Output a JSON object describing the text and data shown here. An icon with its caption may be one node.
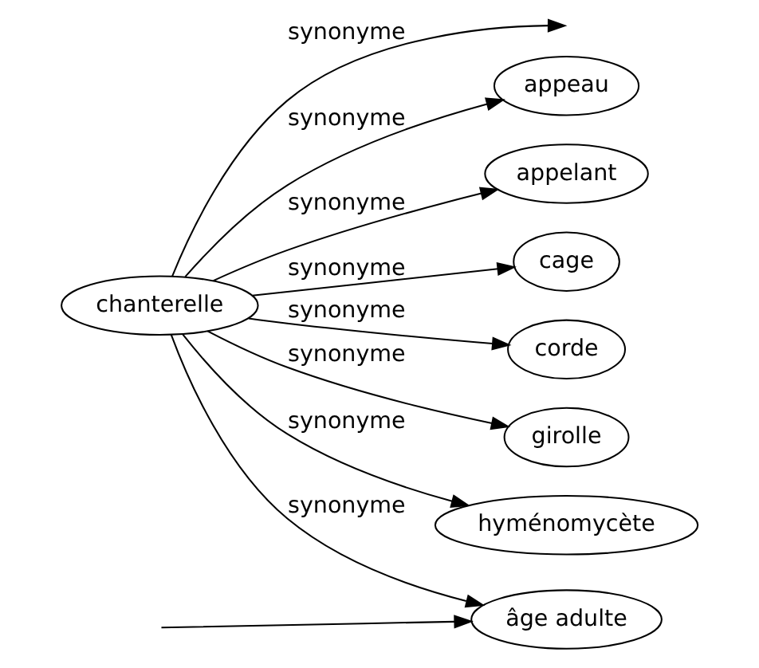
{
  "diagram": {
    "nodes": [
      {
        "text": [
          "chanterelle"
        ]
      },
      {
        "text": [
          "appeau"
        ]
      },
      {
        "text": [
          "appelant"
        ]
      },
      {
        "text": [
          "cage"
        ]
      },
      {
        "text": [
          "corde"
        ]
      },
      {
        "text": [
          "girolle"
        ]
      },
      {
        "text": [
          "hyménomycète"
        ]
      },
      {
        "text": [
          "âge adulte"
        ]
      }
    ],
    "edges": [
      {
        "from": 0,
        "to": 1,
        "arrow": "to",
        "label": "synonyme"
      },
      {
        "from": 0,
        "to": 2,
        "arrow": "to",
        "label": "synonyme"
      },
      {
        "from": 0,
        "to": 3,
        "arrow": "to",
        "label": "synonyme"
      },
      {
        "from": 0,
        "to": 4,
        "arrow": "to",
        "label": "synonyme"
      },
      {
        "from": 0,
        "to": 5,
        "arrow": "to",
        "label": "synonyme"
      },
      {
        "from": 0,
        "to": null,
        "arrow": "to",
        "label": "synonyme"
      },
      {
        "from": 0,
        "to": 6,
        "arrow": "to",
        "label": "synonyme"
      },
      {
        "from": 0,
        "to": 7,
        "arrow": "to",
        "label": "synonyme"
      },
      {
        "from": null,
        "to": 7,
        "arrow": "to"
      }
    ]
  }
}
